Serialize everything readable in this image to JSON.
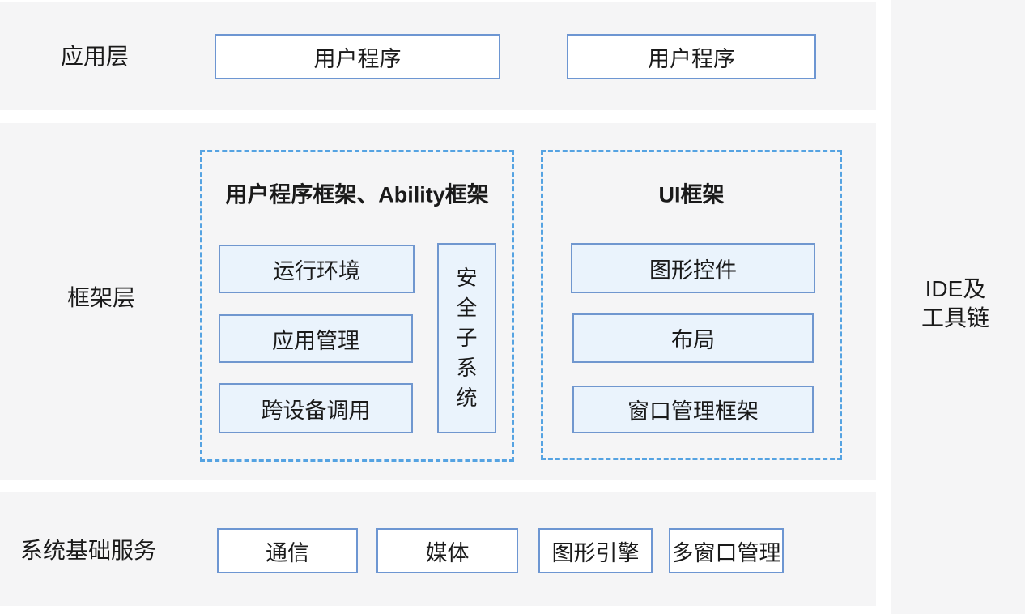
{
  "colors": {
    "band_background": "#f5f5f6",
    "solid_border_blue": "#6d96d2",
    "dashed_border_blue": "#55a3e2",
    "inner_box_fill": "#eaf3fc",
    "text": "#1a1a1a",
    "page_background": "#ffffff"
  },
  "layers": {
    "application": {
      "label": "应用层",
      "boxes": [
        "用户程序",
        "用户程序"
      ]
    },
    "framework": {
      "label": "框架层",
      "groups": [
        {
          "title": "用户程序框架、Ability框架",
          "boxes": [
            "运行环境",
            "应用管理",
            "跨设备调用"
          ],
          "side_box": "安\n全\n子\n系\n统",
          "side_box_flat": "安全子系统"
        },
        {
          "title": "UI框架",
          "boxes": [
            "图形控件",
            "布局",
            "窗口管理框架"
          ]
        }
      ]
    },
    "services": {
      "label": "系统基础服务",
      "boxes": [
        "通信",
        "媒体",
        "图形引擎",
        "多窗口管理"
      ]
    },
    "toolchain": {
      "label": "IDE及\n工具链"
    }
  }
}
